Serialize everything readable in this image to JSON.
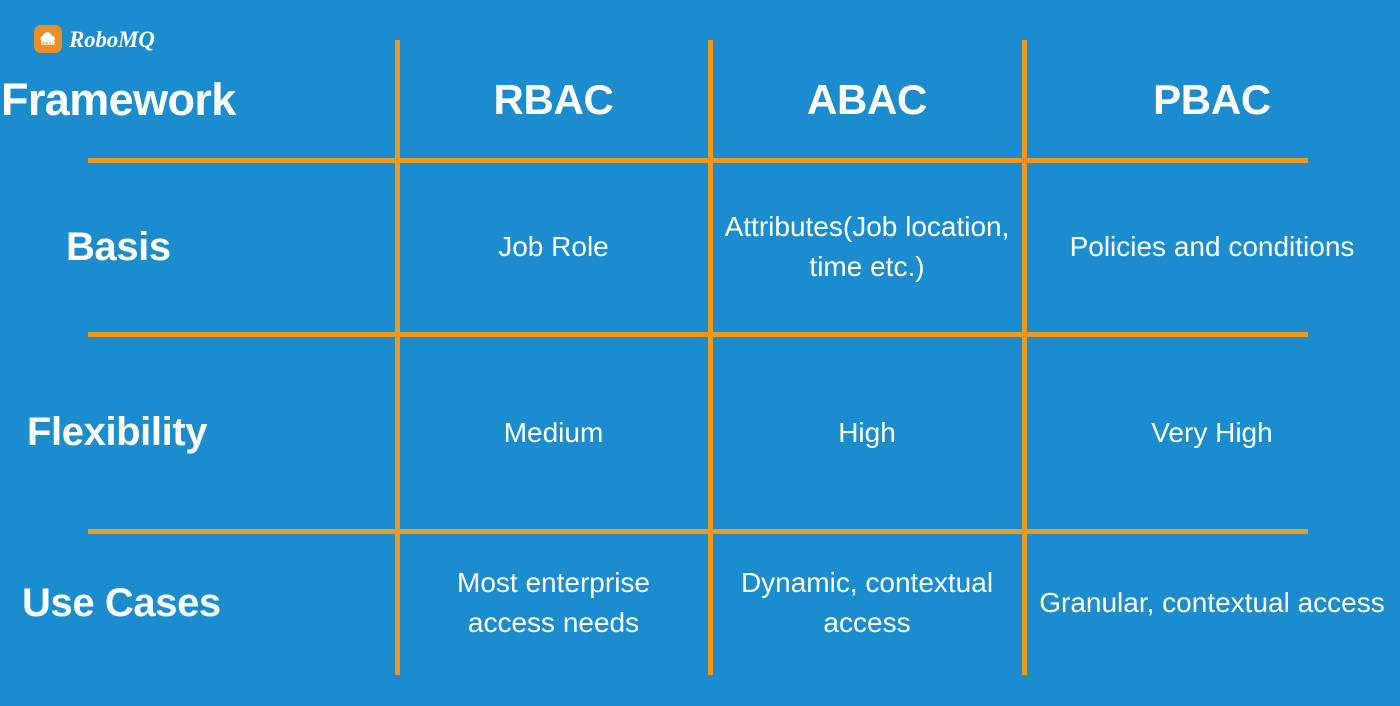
{
  "brand": {
    "name": "RoboMQ",
    "logo_icon": "cloud-robot-icon",
    "accent_color": "#f08c26"
  },
  "theme": {
    "background_color": "#1b8ccd",
    "rule_color": "#f0981f",
    "text_color": "#ffffff"
  },
  "table": {
    "corner_title": "Framework",
    "column_headers": [
      "RBAC",
      "ABAC",
      "PBAC"
    ],
    "rows": [
      {
        "label": "Basis",
        "cells": [
          "Job Role",
          "Attributes(Job location, time etc.)",
          "Policies and conditions"
        ]
      },
      {
        "label": "Flexibility",
        "cells": [
          "Medium",
          "High",
          "Very High"
        ]
      },
      {
        "label": "Use Cases",
        "cells": [
          "Most enterprise access needs",
          "Dynamic, contextual access",
          "Granular, contextual access"
        ]
      }
    ]
  }
}
